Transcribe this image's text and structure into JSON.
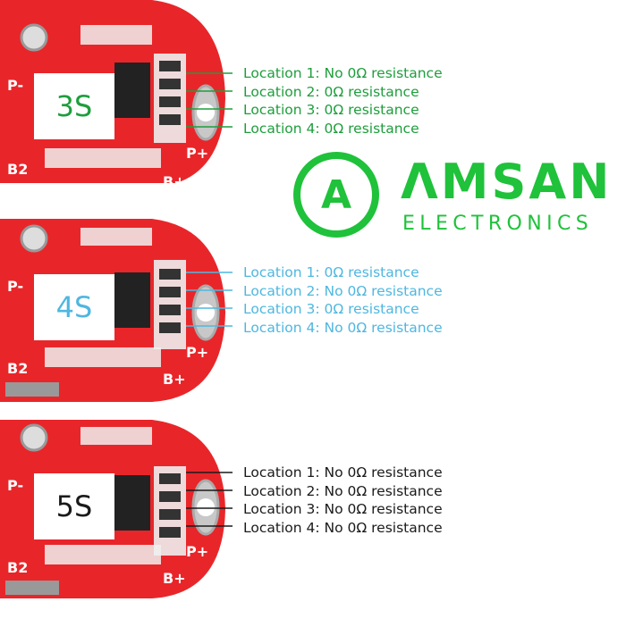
{
  "colors": {
    "pcb_red": "#e8262a",
    "logo_green": "#1fc23a",
    "group_3s": "#1e9e3c",
    "group_4s": "#4fb7e0",
    "group_5s": "#1a1a1a"
  },
  "boards": [
    {
      "label": "3S",
      "pads": {
        "p_minus": "P-",
        "p_plus": "P+",
        "b2": "B2",
        "b_plus": "B+"
      },
      "locations": [
        "Location 1: No 0Ω resistance",
        "Location 2: 0Ω resistance",
        "Location 3: 0Ω resistance",
        "Location 4: 0Ω resistance"
      ]
    },
    {
      "label": "4S",
      "pads": {
        "p_minus": "P-",
        "p_plus": "P+",
        "b2": "B2",
        "b_plus": "B+"
      },
      "locations": [
        "Location 1: 0Ω resistance",
        "Location 2: No 0Ω resistance",
        "Location 3: 0Ω resistance",
        "Location 4: No 0Ω resistance"
      ]
    },
    {
      "label": "5S",
      "pads": {
        "p_minus": "P-",
        "p_plus": "P+",
        "b2": "B2",
        "b_plus": "B+"
      },
      "locations": [
        "Location 1: No 0Ω resistance",
        "Location 2: No 0Ω resistance",
        "Location 3: No 0Ω resistance",
        "Location 4: No 0Ω resistance"
      ]
    }
  ],
  "logo": {
    "icon_letter": "A",
    "brand": "ΛMSAN",
    "sub": "ELECTRONICS"
  }
}
